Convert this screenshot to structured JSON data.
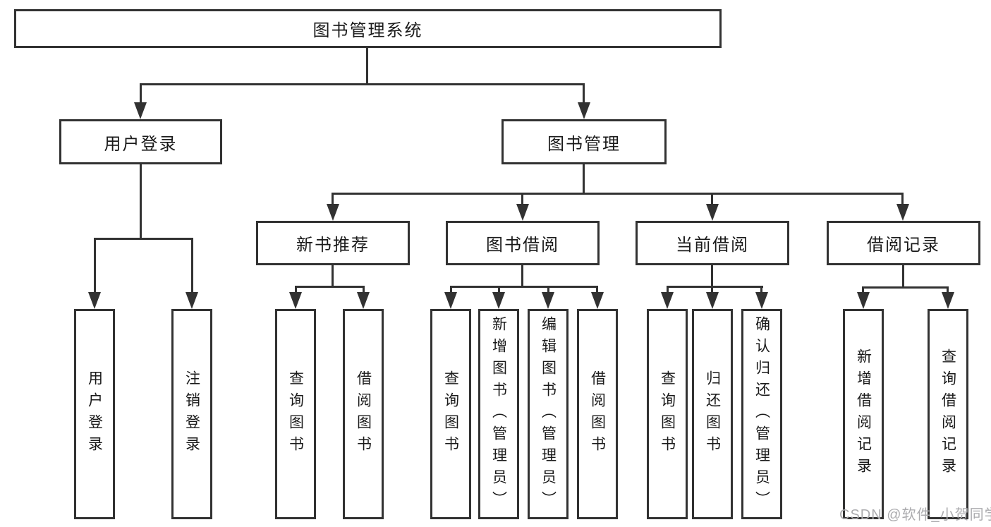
{
  "diagram_type": "hierarchy-tree",
  "tree": {
    "root": {
      "label": "图书管理系统"
    },
    "branches": [
      {
        "label": "用户登录",
        "children": [
          {
            "label": "用户登录"
          },
          {
            "label": "注销登录"
          }
        ]
      },
      {
        "label": "图书管理",
        "groups": [
          {
            "label": "新书推荐",
            "children": [
              {
                "label": "查询图书"
              },
              {
                "label": "借阅图书"
              }
            ]
          },
          {
            "label": "图书借阅",
            "children": [
              {
                "label": "查询图书"
              },
              {
                "label": "新增图书（管理员）"
              },
              {
                "label": "编辑图书（管理员）"
              },
              {
                "label": "借阅图书"
              }
            ]
          },
          {
            "label": "当前借阅",
            "children": [
              {
                "label": "查询图书"
              },
              {
                "label": "归还图书"
              },
              {
                "label": "确认归还（管理员）"
              }
            ]
          },
          {
            "label": "借阅记录",
            "children": [
              {
                "label": "新增借阅记录"
              },
              {
                "label": "查询借阅记录"
              }
            ]
          }
        ]
      }
    ]
  },
  "watermark": {
    "text": "CSDN @软件_小贺同学"
  },
  "colors": {
    "line": "#323232",
    "text": "#1a1a1a",
    "box_bg": "#ffffff",
    "bg": "#ffffff",
    "watermark": "#ababae"
  }
}
